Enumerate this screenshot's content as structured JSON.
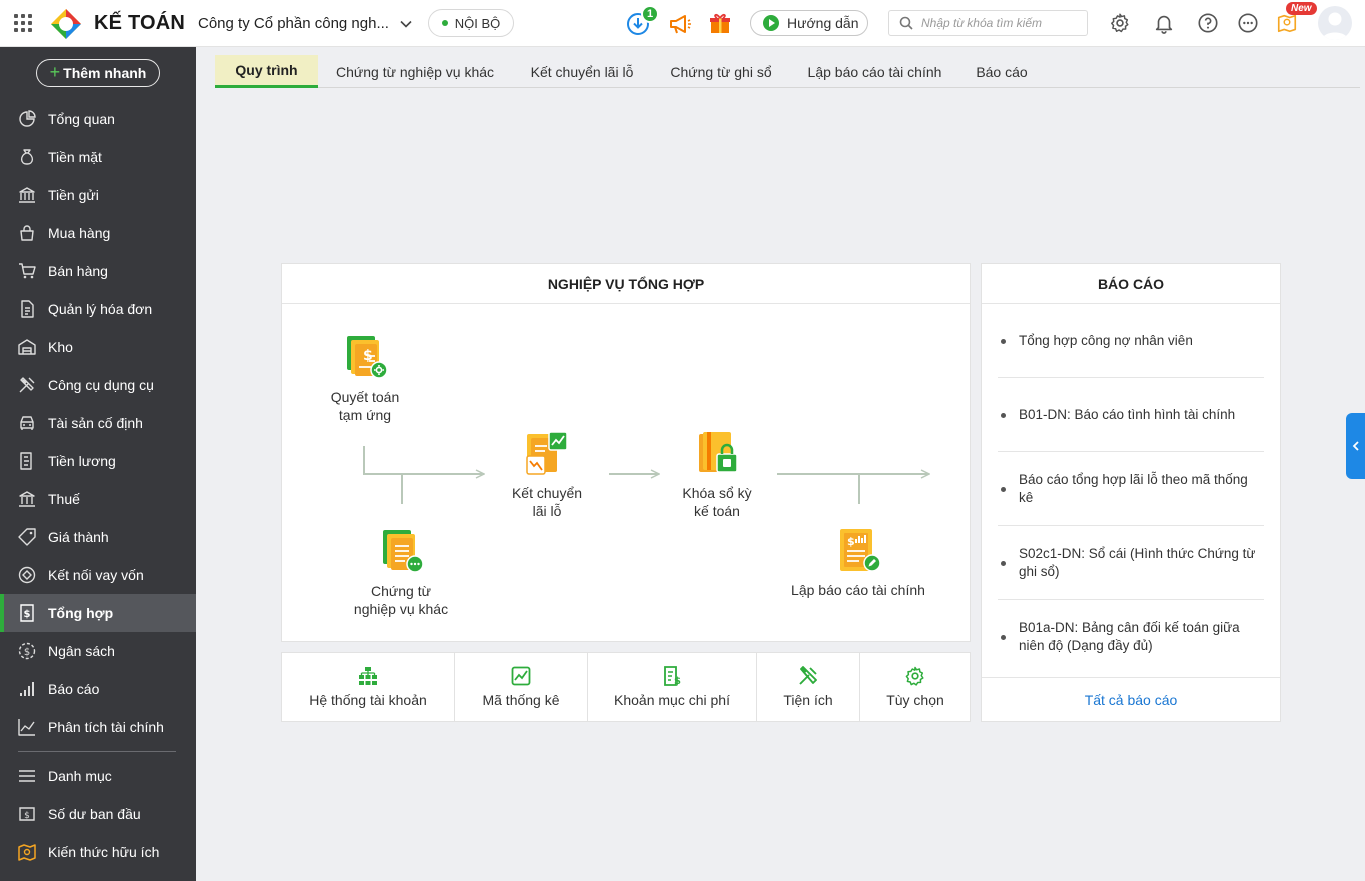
{
  "header": {
    "brand": "KẾ TOÁN",
    "company": "Công ty Cổ phần công ngh...",
    "scope": "NỘI BỘ",
    "download_count": "1",
    "guide_label": "Hướng dẫn",
    "search_placeholder": "Nhập từ khóa tìm kiếm",
    "new_badge": "New",
    "icons": [
      "apps-grid-icon",
      "logo",
      "download-icon",
      "megaphone-icon",
      "gift-icon",
      "search-icon",
      "gear-icon",
      "bell-icon",
      "help-icon",
      "more-icon",
      "knowledge-icon",
      "avatar"
    ]
  },
  "sidebar": {
    "quick_add": "Thêm nhanh",
    "items": [
      {
        "label": "Tổng quan",
        "icon": "dashboard-icon"
      },
      {
        "label": "Tiền mặt",
        "icon": "money-bag-icon"
      },
      {
        "label": "Tiền gửi",
        "icon": "bank-icon"
      },
      {
        "label": "Mua hàng",
        "icon": "shopping-bag-icon"
      },
      {
        "label": "Bán hàng",
        "icon": "cart-icon"
      },
      {
        "label": "Quản lý hóa đơn",
        "icon": "invoice-icon"
      },
      {
        "label": "Kho",
        "icon": "warehouse-icon"
      },
      {
        "label": "Công cụ dụng cụ",
        "icon": "tools-icon"
      },
      {
        "label": "Tài sản cố định",
        "icon": "car-icon"
      },
      {
        "label": "Tiền lương",
        "icon": "payroll-icon"
      },
      {
        "label": "Thuế",
        "icon": "tax-icon"
      },
      {
        "label": "Giá thành",
        "icon": "tag-icon"
      },
      {
        "label": "Kết nối vay vốn",
        "icon": "loan-icon"
      },
      {
        "label": "Tổng hợp",
        "icon": "summary-icon",
        "active": true
      },
      {
        "label": "Ngân sách",
        "icon": "budget-icon"
      },
      {
        "label": "Báo cáo",
        "icon": "report-bars-icon"
      },
      {
        "label": "Phân tích tài chính",
        "icon": "analysis-icon"
      },
      {
        "label": "Danh mục",
        "icon": "list-icon"
      },
      {
        "label": "Số dư ban đầu",
        "icon": "opening-balance-icon"
      },
      {
        "label": "Kiến thức hữu ích",
        "icon": "knowledge-icon"
      }
    ]
  },
  "tabs": [
    {
      "label": "Quy trình",
      "active": true
    },
    {
      "label": "Chứng từ nghiệp vụ khác"
    },
    {
      "label": "Kết chuyển lãi lỗ"
    },
    {
      "label": "Chứng từ ghi sổ"
    },
    {
      "label": "Lập báo cáo tài chính"
    },
    {
      "label": "Báo cáo"
    }
  ],
  "workflow": {
    "title": "NGHIỆP VỤ TỔNG HỢP",
    "nodes": {
      "settle_advance": {
        "line1": "Quyết toán",
        "line2": "tạm ứng"
      },
      "other_vouchers": {
        "line1": "Chứng từ",
        "line2": "nghiệp vụ khác"
      },
      "transfer_pl": {
        "line1": "Kết chuyển",
        "line2": "lãi lỗ"
      },
      "lock_period": {
        "line1": "Khóa sổ kỳ",
        "line2": "kế toán"
      },
      "financial_report": {
        "line1": "Lập báo cáo tài chính"
      }
    }
  },
  "tools": [
    {
      "label": "Hệ thống tài khoản",
      "icon": "account-tree-icon"
    },
    {
      "label": "Mã thống kê",
      "icon": "stats-code-icon"
    },
    {
      "label": "Khoản mục chi phí",
      "icon": "expense-item-icon"
    },
    {
      "label": "Tiện ích",
      "icon": "utility-icon"
    },
    {
      "label": "Tùy chọn",
      "icon": "options-gear-icon"
    }
  ],
  "reports": {
    "title": "BÁO CÁO",
    "items": [
      "Tổng hợp công nợ nhân viên",
      "B01-DN: Báo cáo tình hình tài chính",
      "Báo cáo tổng hợp lãi lỗ theo mã thống kê",
      "S02c1-DN: Sổ cái (Hình thức Chứng từ ghi sổ)",
      "B01a-DN: Bảng cân đối kế toán giữa niên độ (Dạng đầy đủ)"
    ],
    "all_link": "Tất cả báo cáo"
  },
  "colors": {
    "accent_green": "#2eac3c",
    "sidebar_bg": "#38393d",
    "active_tab_bg": "#f1efc4",
    "link_blue": "#1976d2",
    "badge_red": "#e53935",
    "icon_orange": "#f5a623"
  }
}
